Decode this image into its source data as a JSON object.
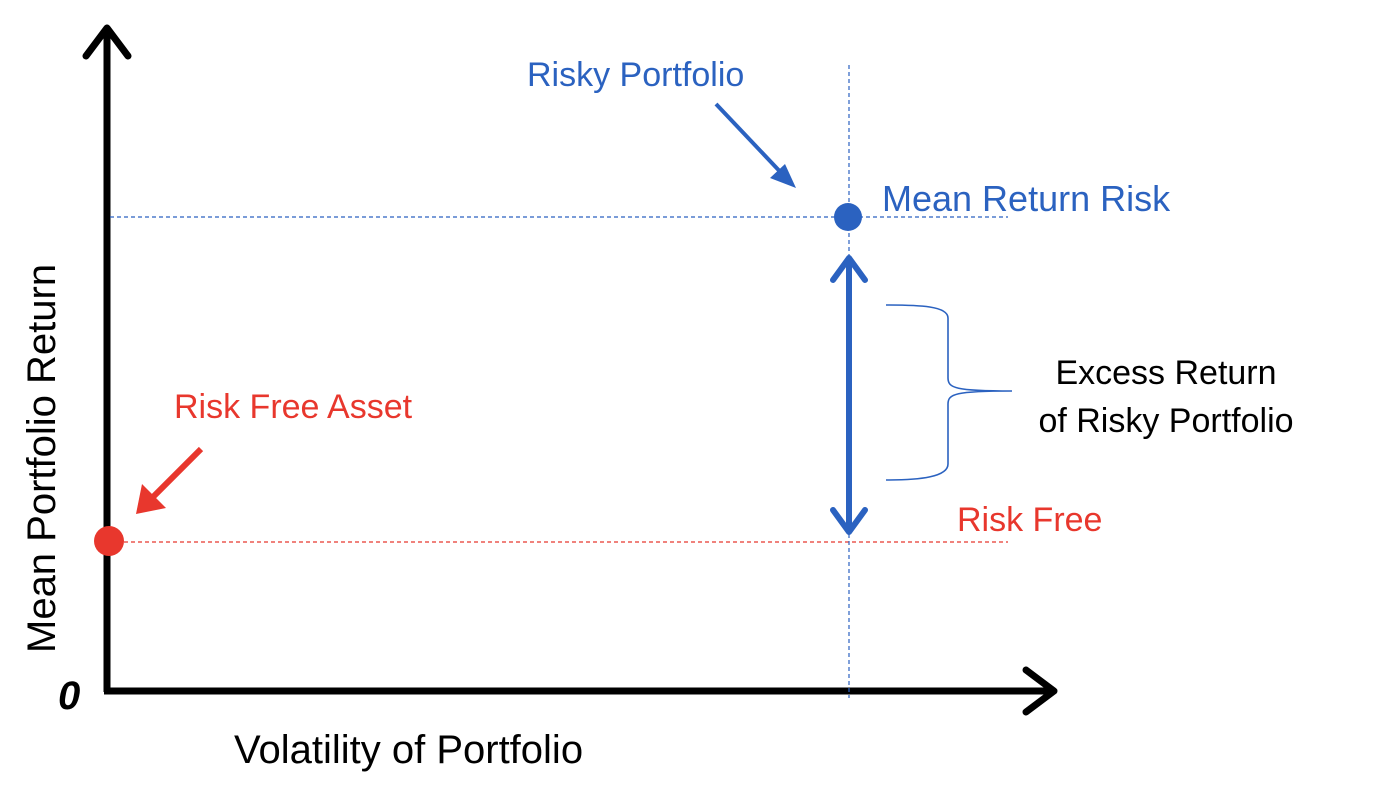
{
  "colors": {
    "axis": "#000000",
    "blue": "#2b62c0",
    "red": "#e8372d",
    "text": "#000000"
  },
  "axes": {
    "origin_label": "0",
    "x_label": "Volatility of Portfolio",
    "y_label": "Mean Portfolio Return"
  },
  "points": {
    "risky_portfolio": {
      "label": "Risky Portfolio",
      "line_label": "Mean Return Risk"
    },
    "risk_free": {
      "label": "Risk Free Asset",
      "line_label": "Risk Free"
    }
  },
  "annotation": {
    "line1": "Excess Return",
    "line2": "of Risky Portfolio"
  }
}
